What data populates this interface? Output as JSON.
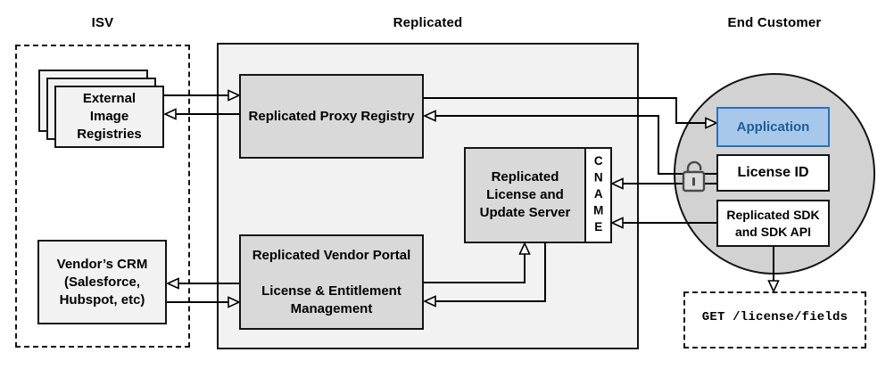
{
  "titles": {
    "isv": "ISV",
    "replicated": "Replicated",
    "end_customer": "End Customer"
  },
  "nodes": {
    "external_registries": "External\nImage\nRegistries",
    "vendor_crm": "Vendor’s CRM\n(Salesforce,\nHubspot, etc)",
    "proxy_registry": "Replicated Proxy Registry",
    "license_server": "Replicated\nLicense and\nUpdate Server",
    "cname": "CNAME",
    "vendor_portal_title": "Replicated Vendor Portal",
    "vendor_portal_subtitle": "License & Entitlement\nManagement",
    "application": "Application",
    "license_id": "License ID",
    "sdk": "Replicated SDK\nand SDK API",
    "get_request": "GET /license/fields"
  },
  "icons": {
    "lock": "open-padlock"
  },
  "colors": {
    "container_fill": "#f2f2f2",
    "node_fill": "#d9d9d9",
    "circle_fill": "#d2d2d2",
    "app_fill": "#a7c8ea",
    "app_border": "#2b71b8",
    "app_text": "#1d5c99",
    "line": "#000000",
    "lock": "#4a4a4a"
  }
}
